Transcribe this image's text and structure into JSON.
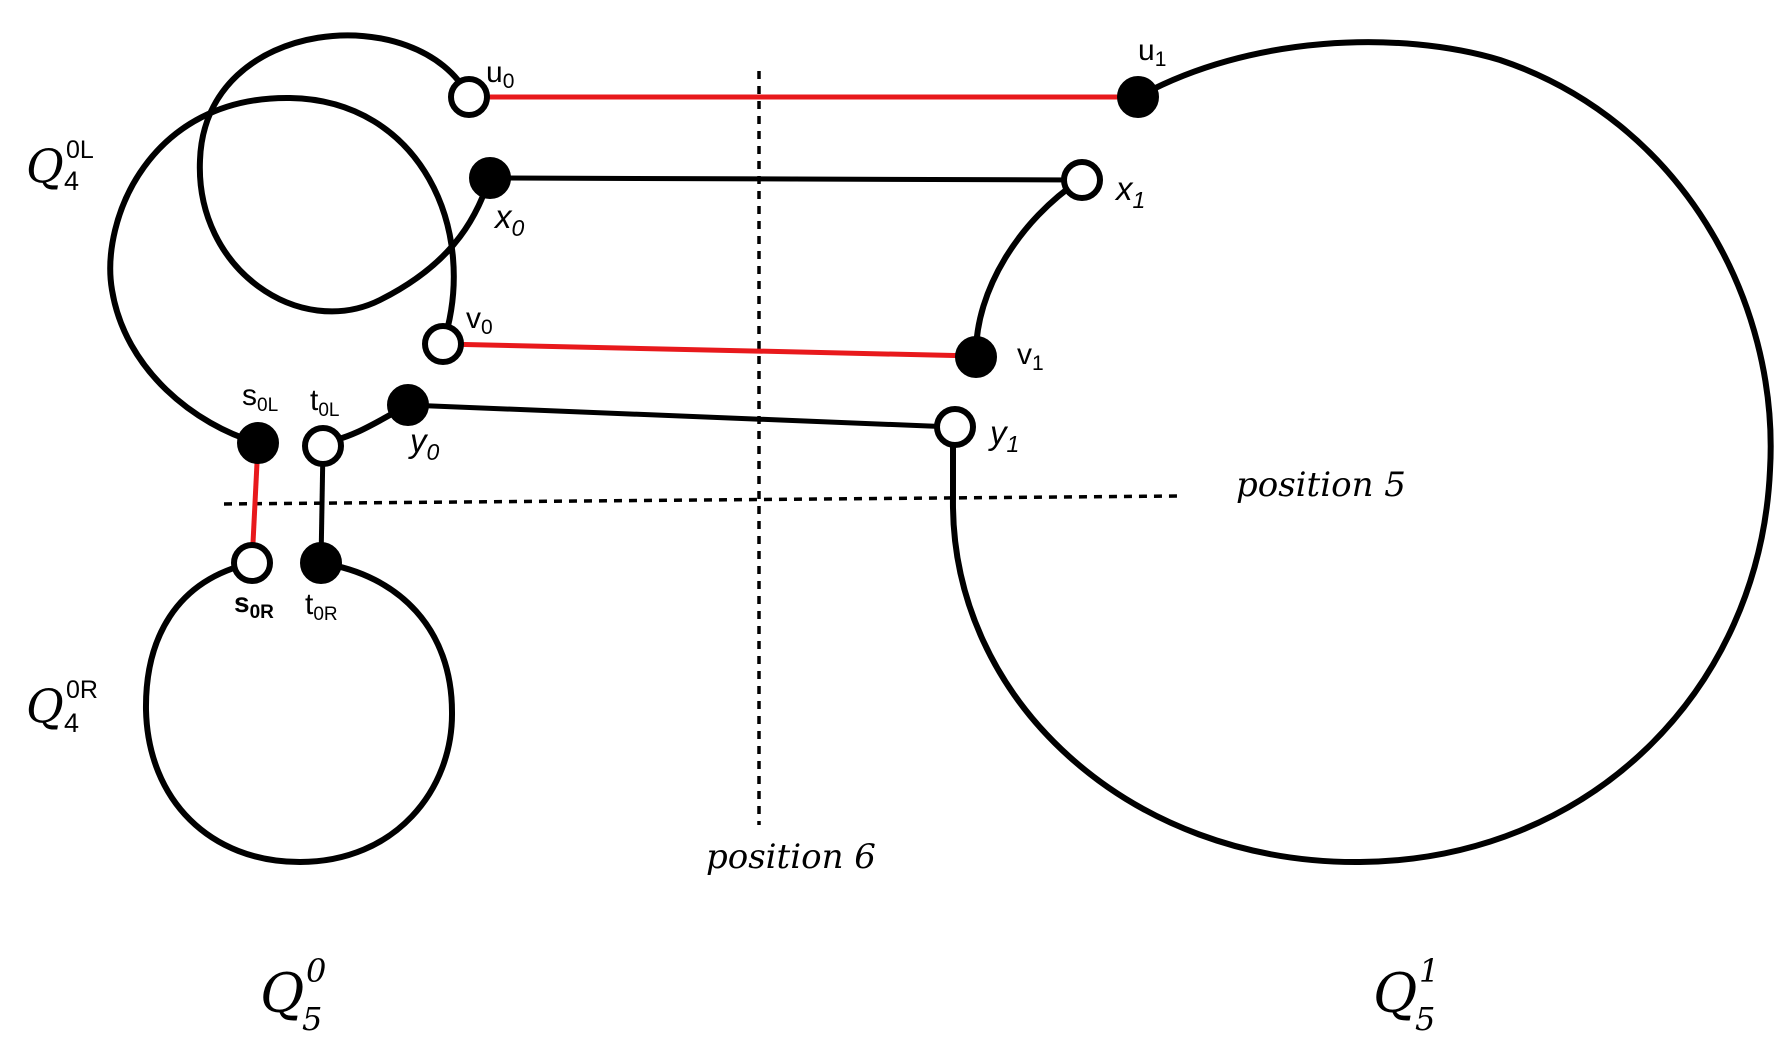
{
  "cubes": {
    "q4_0L": {
      "base": "Q",
      "sub": "4",
      "sup": "0L"
    },
    "q4_0R": {
      "base": "Q",
      "sub": "4",
      "sup": "0R"
    },
    "q5_0": {
      "base": "Q",
      "sub": "5",
      "sup": "0"
    },
    "q5_1": {
      "base": "Q",
      "sub": "5",
      "sup": "1"
    }
  },
  "vertices": {
    "u0": {
      "base": "u",
      "sub": "0"
    },
    "x0": {
      "base": "x",
      "sub": "0"
    },
    "v0": {
      "base": "v",
      "sub": "0"
    },
    "y0": {
      "base": "y",
      "sub": "0"
    },
    "s0L": {
      "base": "s",
      "sub": "0L"
    },
    "t0L": {
      "base": "t",
      "sub": "0L"
    },
    "s0R": {
      "base": "s",
      "sub": "0R"
    },
    "t0R": {
      "base": "t",
      "sub": "0R"
    },
    "u1": {
      "base": "u",
      "sub": "1"
    },
    "x1": {
      "base": "x",
      "sub": "1"
    },
    "v1": {
      "base": "v",
      "sub": "1"
    },
    "y1": {
      "base": "y",
      "sub": "1"
    }
  },
  "positions": {
    "position5": "position 5",
    "position6": "position 6"
  },
  "colors": {
    "red_edge": "#e8191c",
    "black_edge": "#000000"
  }
}
